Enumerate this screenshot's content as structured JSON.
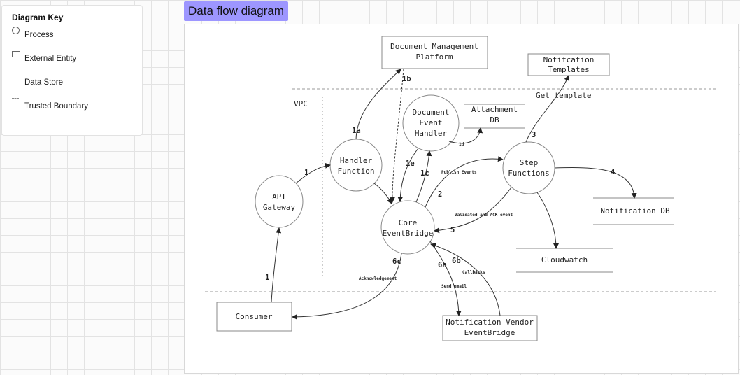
{
  "title": "Data flow diagram",
  "key": {
    "title": "Diagram Key",
    "items": [
      {
        "label": "Process",
        "icon": "circle-icon"
      },
      {
        "label": "External Entity",
        "icon": "rectangle-icon"
      },
      {
        "label": "Data Store",
        "icon": "data-store-icon"
      },
      {
        "label": "Trusted Boundary",
        "icon": "dashed-line-icon"
      }
    ]
  },
  "diagram": {
    "boundary_label": "VPC",
    "nodes": {
      "dmp": [
        "Document Management",
        "Platform"
      ],
      "templates": [
        "Notifcation",
        "Templates"
      ],
      "doc_handler": [
        "Document",
        "Event",
        "Handler"
      ],
      "attachment_db": [
        "Attachment",
        "DB"
      ],
      "handler_fn": [
        "Handler",
        "Function"
      ],
      "step_fn": [
        "Step",
        "Functions"
      ],
      "api_gw": [
        "API",
        "Gateway"
      ],
      "core_eb": [
        "Core",
        "EventBridge"
      ],
      "notif_db": [
        "Notification DB"
      ],
      "cloudwatch": [
        "Cloudwatch"
      ],
      "consumer": [
        "Consumer"
      ],
      "vendor_eb": [
        "Notification Vendor",
        "EventBridge"
      ]
    },
    "flow_labels": {
      "f1a": "1a",
      "f1b": "1b",
      "f1": "1",
      "f1_api": "1",
      "f1e": "1e",
      "f1c": "1c",
      "f1d": "1d",
      "f2": "2",
      "f3": "3",
      "f4": "4",
      "f5": "5",
      "f6a": "6a",
      "f6b": "6b",
      "f6c": "6c",
      "get_template": "Get template",
      "publish_events": "Publish Events",
      "validated_ack": "Validated and ACK event",
      "acknowledgement": "Acknowledgement",
      "callbacks": "Callbacks",
      "send_email": "Send email"
    }
  }
}
